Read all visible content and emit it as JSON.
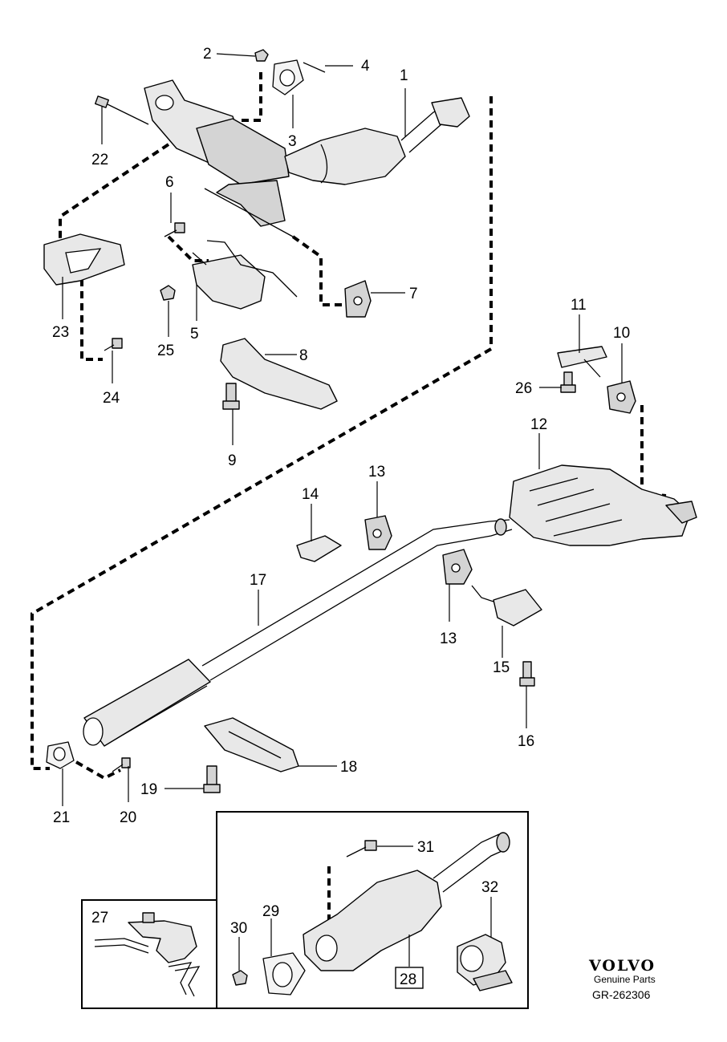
{
  "callouts": {
    "n1": "1",
    "n2": "2",
    "n3": "3",
    "n4": "4",
    "n5": "5",
    "n6": "6",
    "n7": "7",
    "n8": "8",
    "n9": "9",
    "n10": "10",
    "n11": "11",
    "n12": "12",
    "n13a": "13",
    "n13b": "13",
    "n14": "14",
    "n15": "15",
    "n16": "16",
    "n17": "17",
    "n18": "18",
    "n19": "19",
    "n20": "20",
    "n21": "21",
    "n22": "22",
    "n23": "23",
    "n24": "24",
    "n25": "25",
    "n26": "26",
    "n27": "27",
    "n28": "28",
    "n29": "29",
    "n30": "30",
    "n31": "31",
    "n32": "32"
  },
  "brand": {
    "logo_text": "VOLVO",
    "tagline": "Genuine Parts",
    "diagram_code": "GR-262306"
  },
  "icons": {
    "logo": "volvo-wordmark",
    "fastener": "bolt-icon",
    "nut": "nut-icon"
  }
}
